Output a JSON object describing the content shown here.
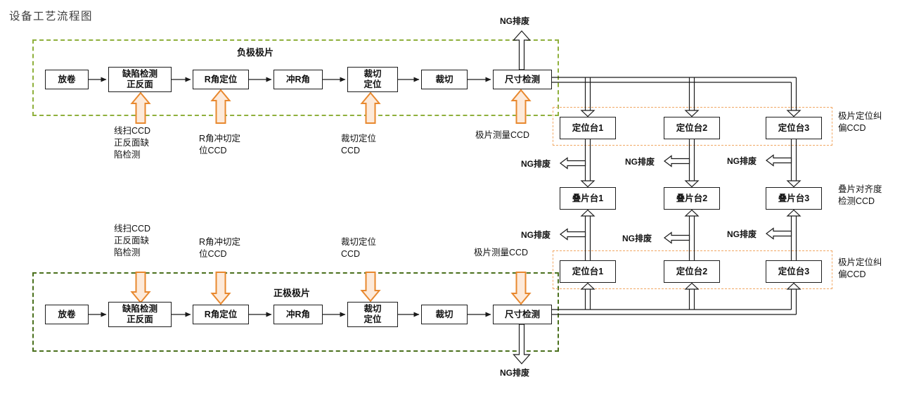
{
  "title": "设备工艺流程图",
  "negative_line": {
    "group_label": "负极极片",
    "ng_label": "NG排废",
    "steps": [
      "放卷",
      "缺陷检测\n正反面",
      "R角定位",
      "冲R角",
      "裁切\n定位",
      "裁切",
      "尺寸检测"
    ],
    "ccd_labels": [
      "线扫CCD\n正反面缺\n陷检测",
      "R角冲切定\n位CCD",
      "裁切定位\nCCD",
      "极片测量CCD"
    ]
  },
  "positive_line": {
    "group_label": "正极极片",
    "ng_label": "NG排废",
    "steps": [
      "放卷",
      "缺陷检测\n正反面",
      "R角定位",
      "冲R角",
      "裁切\n定位",
      "裁切",
      "尺寸检测"
    ],
    "ccd_labels": [
      "线扫CCD\n正反面缺\n陷检测",
      "R角冲切定\n位CCD",
      "裁切定位\nCCD",
      "极片测量CCD"
    ]
  },
  "stacking": {
    "ng_label": "NG排废",
    "top_stages": [
      "定位台1",
      "定位台2",
      "定位台3"
    ],
    "stack_stages": [
      "叠片台1",
      "叠片台2",
      "叠片台3"
    ],
    "bottom_stages": [
      "定位台1",
      "定位台2",
      "定位台3"
    ],
    "top_ccd_label": "极片定位纠\n偏CCD",
    "stack_ccd_label": "叠片对齐度\n检测CCD",
    "bottom_ccd_label": "极片定位纠\n偏CCD"
  },
  "colors": {
    "negative_group_border": "#8fb03c",
    "positive_group_border": "#4a701d",
    "positioning_group_border": "#f1a763",
    "ccd_arrow_stroke": "#e8882e",
    "ccd_arrow_fill": "#fdeada",
    "line_color": "#1b1b1b"
  }
}
